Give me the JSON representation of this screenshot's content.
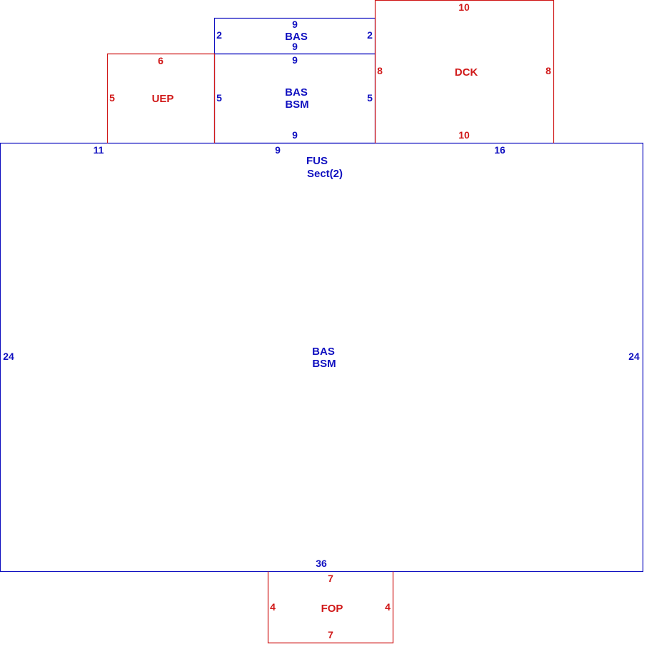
{
  "colors": {
    "living": "#1010c0",
    "exterior": "#d01818"
  },
  "areas": {
    "bas_small": {
      "code": "BAS",
      "top": "9",
      "bottom": "9",
      "left": "2",
      "right": "2"
    },
    "bas_bsm_mid": {
      "code1": "BAS",
      "code2": "BSM",
      "top": "9",
      "bottom": "9",
      "left": "5",
      "right": "5"
    },
    "uep": {
      "code": "UEP",
      "top": "6",
      "left": "5"
    },
    "dck": {
      "code": "DCK",
      "top": "10",
      "bottom": "10",
      "left": "8",
      "right": "8"
    },
    "main": {
      "code1": "BAS",
      "code2": "BSM",
      "fus1": "FUS",
      "fus2": "Sect(2)",
      "top_left": "11",
      "top_mid": "9",
      "top_right": "16",
      "left": "24",
      "right": "24",
      "bottom": "36"
    },
    "fop": {
      "code": "FOP",
      "top": "7",
      "bottom": "7",
      "left": "4",
      "right": "4"
    }
  }
}
